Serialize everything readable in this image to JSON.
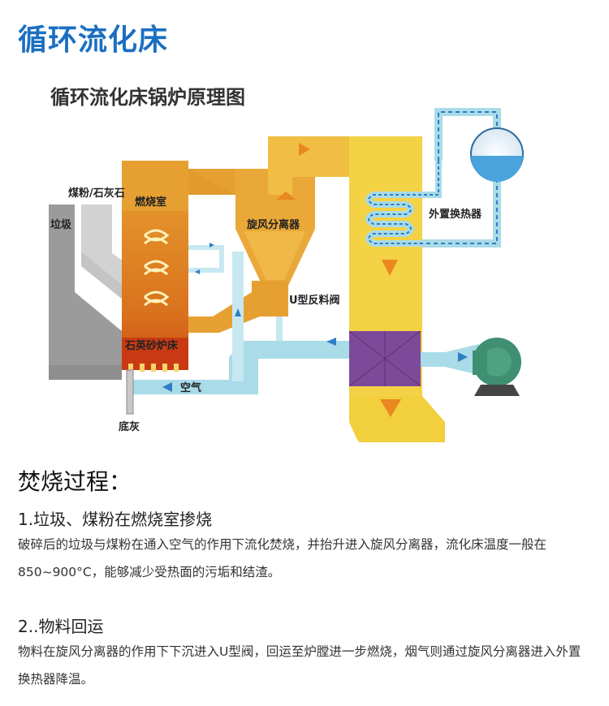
{
  "page": {
    "title": "循环流化床"
  },
  "diagram": {
    "title": "循环流化床锅炉原理图",
    "labels": {
      "coal_limestone": "煤粉/石灰石",
      "garbage": "垃圾",
      "furnace": "燃烧室",
      "cyclone": "旋风分离器",
      "u_valve": "U型反料阀",
      "external_heat_exchanger": "外置换热器",
      "sand_bed": "石英砂炉床",
      "air": "空气",
      "bottom_ash": "底灰"
    },
    "colors": {
      "furnace_top": "#e8a233",
      "furnace_bottom": "#c94a12",
      "duct_yellow": "#f2cf3c",
      "air_duct": "#a9dbe8",
      "hopper_gray": "#9b9b9b",
      "heat_exchanger_purple": "#7d4a99",
      "fan_green": "#3f8f72",
      "tank_blue": "#4aa3dc"
    }
  },
  "process": {
    "heading": "焚烧过程：",
    "steps": [
      {
        "title": "1.垃圾、煤粉在燃烧室掺烧",
        "body": "破碎后的垃圾与煤粉在通入空气的作用下流化焚烧，并抬升进入旋风分离器，流化床温度一般在850~900°C，能够减少受热面的污垢和结渣。"
      },
      {
        "title": "2..物料回运",
        "body": "物料在旋风分离器的作用下下沉进入U型阀，回运至炉膛进一步燃烧，烟气则通过旋风分离器进入外置换热器降温。"
      }
    ]
  }
}
